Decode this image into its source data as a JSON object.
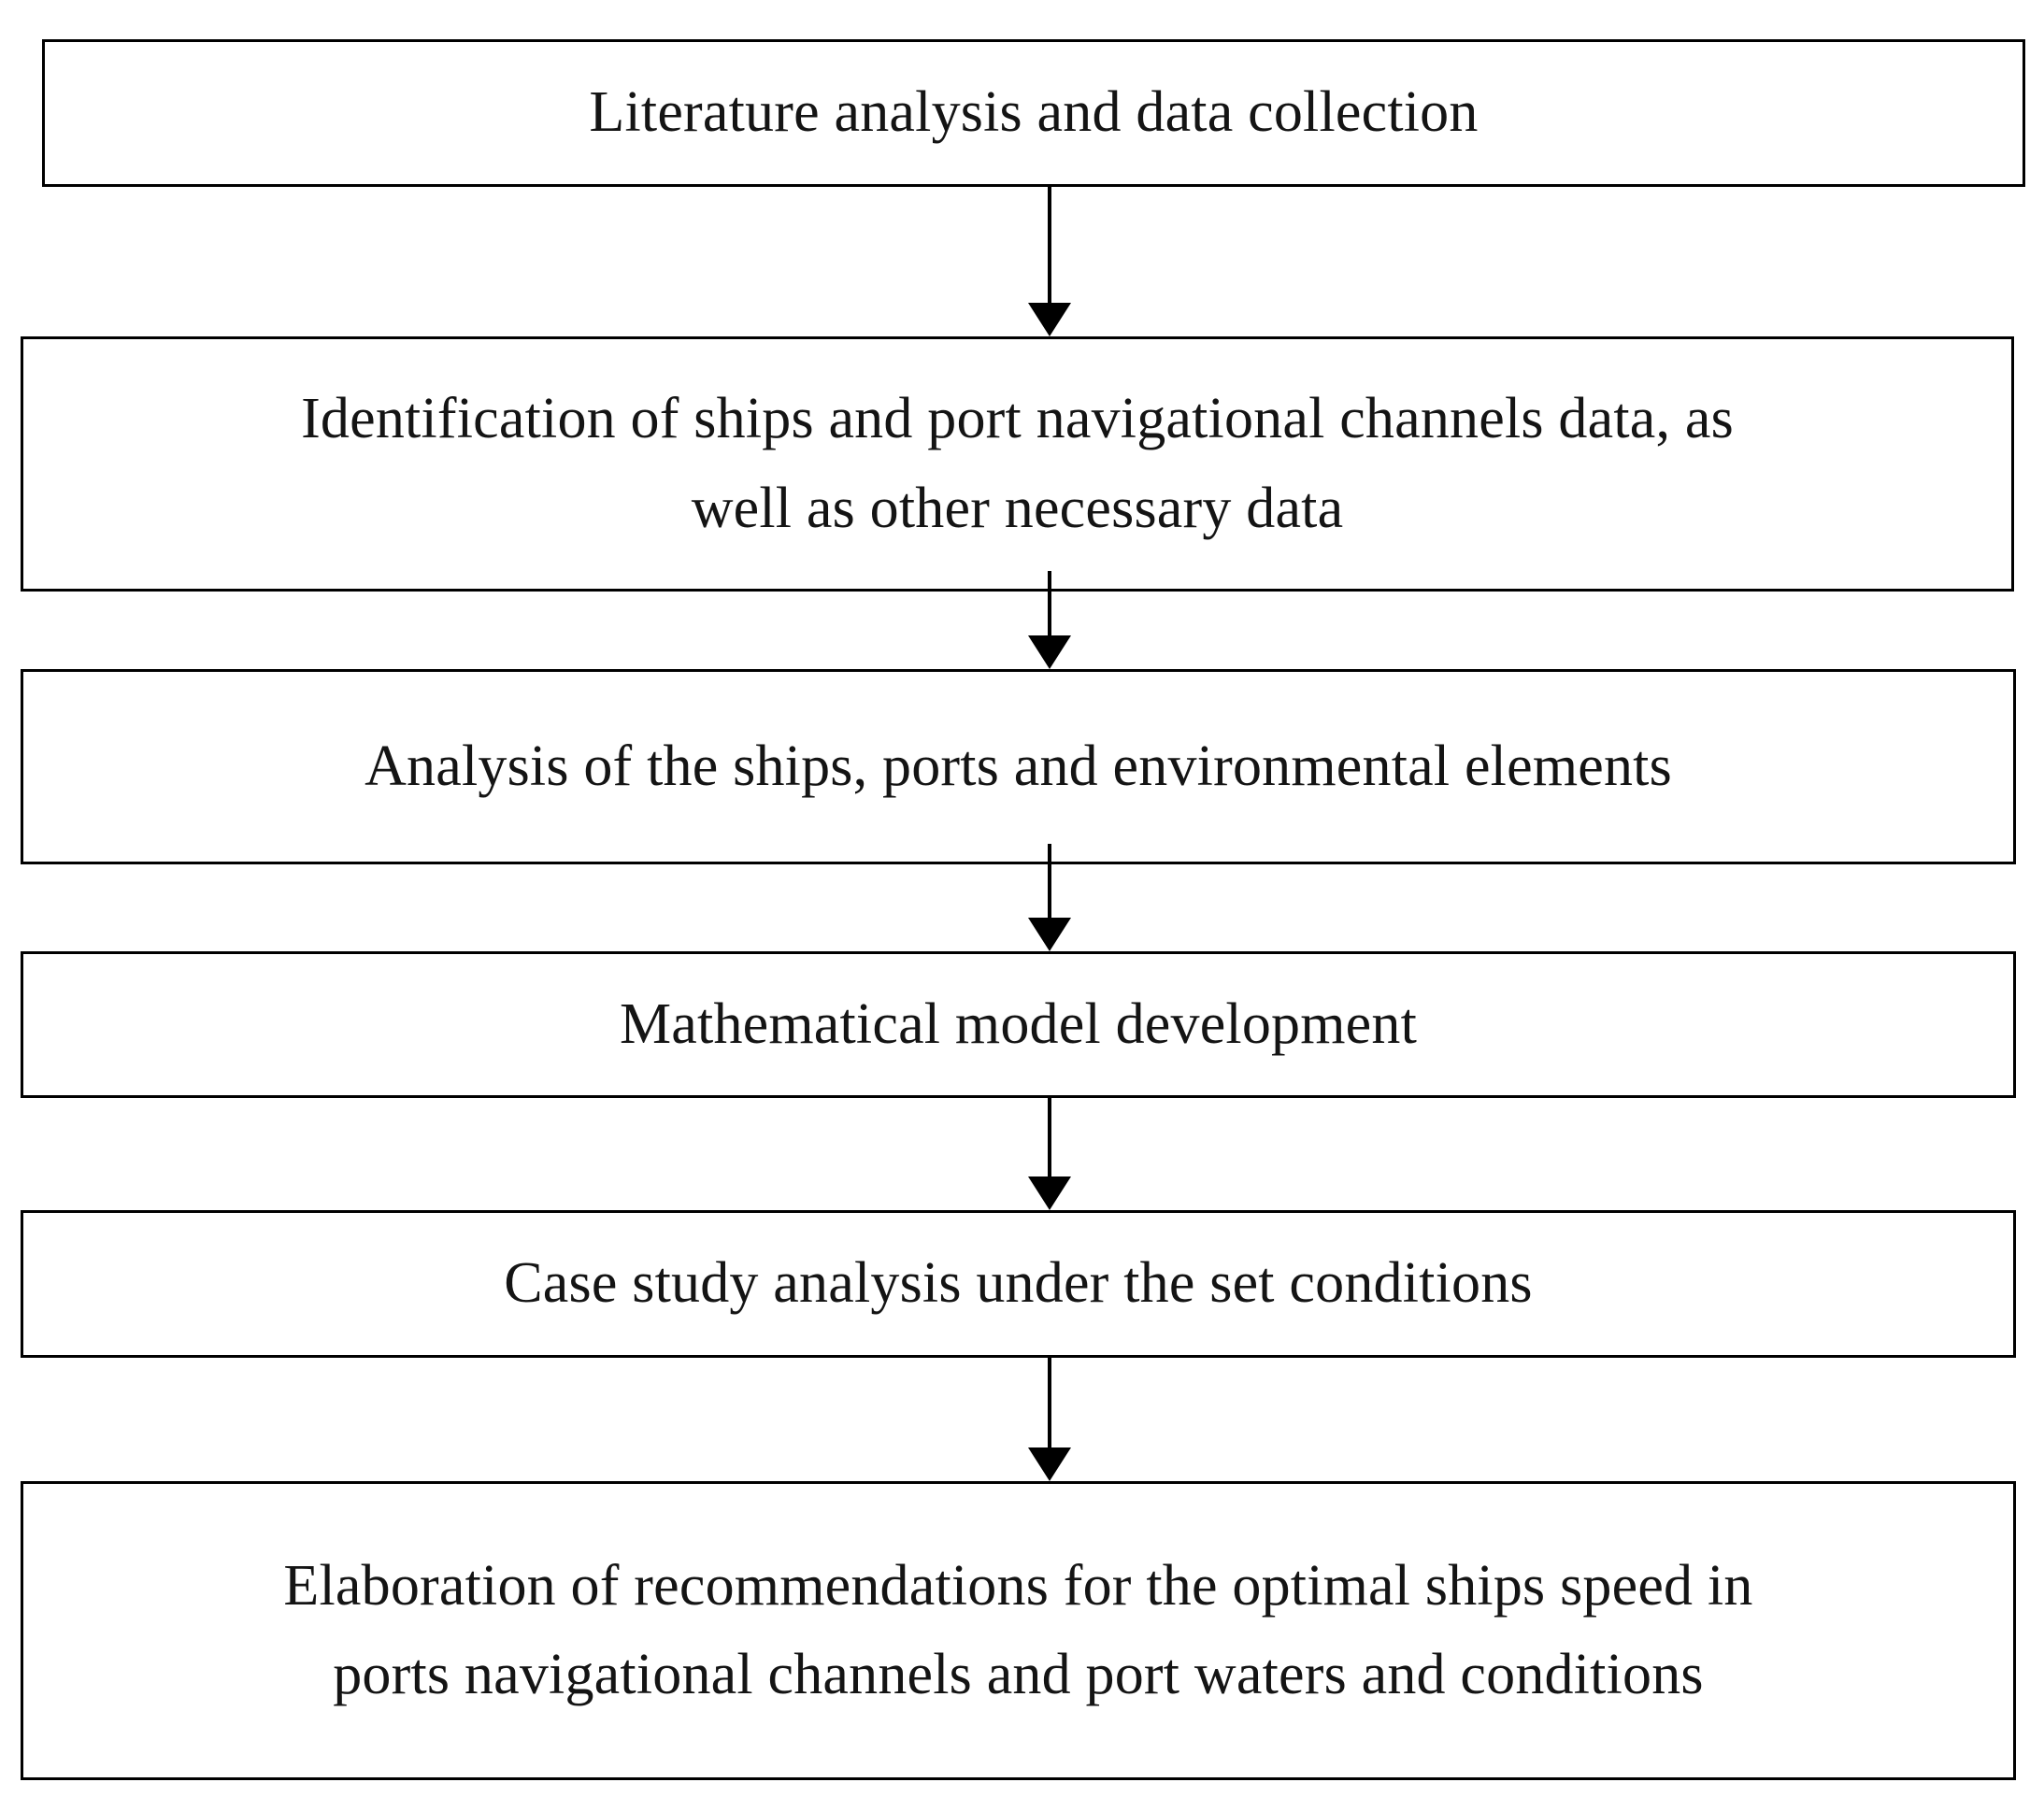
{
  "diagram": {
    "type": "flowchart",
    "orientation": "vertical",
    "background_color": "#ffffff",
    "border_color": "#000000",
    "text_color": "#141414",
    "nodes": [
      {
        "id": "node-1",
        "step": 1,
        "lines": [
          "Literature analysis and data collection"
        ]
      },
      {
        "id": "node-2",
        "step": 2,
        "lines": [
          "Identification of ships and port navigational channels data, as",
          "well as other necessary data"
        ]
      },
      {
        "id": "node-3",
        "step": 3,
        "lines": [
          "Analysis of the ships, ports and environmental elements"
        ]
      },
      {
        "id": "node-4",
        "step": 4,
        "lines": [
          "Mathematical model development"
        ]
      },
      {
        "id": "node-5",
        "step": 5,
        "lines": [
          "Case study analysis under the set conditions"
        ]
      },
      {
        "id": "node-6",
        "step": 6,
        "lines": [
          "Elaboration of recommendations for the optimal ships speed in",
          "ports navigational channels and port waters and conditions"
        ]
      }
    ],
    "connectors": [
      {
        "id": "arrow-1",
        "from": "node-1",
        "to": "node-2",
        "icon": "down-arrow-icon"
      },
      {
        "id": "arrow-2",
        "from": "node-2",
        "to": "node-3",
        "icon": "down-arrow-icon"
      },
      {
        "id": "arrow-3",
        "from": "node-3",
        "to": "node-4",
        "icon": "down-arrow-icon"
      },
      {
        "id": "arrow-4",
        "from": "node-4",
        "to": "node-5",
        "icon": "down-arrow-icon"
      },
      {
        "id": "arrow-5",
        "from": "node-5",
        "to": "node-6",
        "icon": "down-arrow-icon"
      }
    ]
  }
}
